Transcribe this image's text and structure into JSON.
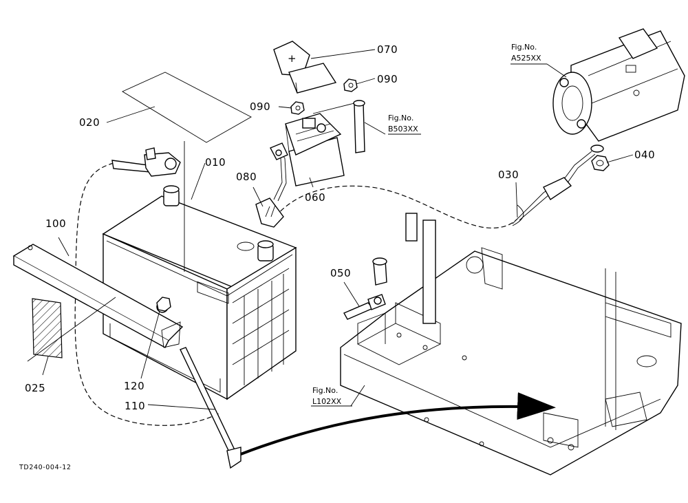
{
  "drawing_code": "TD240-004-12",
  "parts": [
    {
      "id": "p010",
      "label": "010"
    },
    {
      "id": "p020",
      "label": "020"
    },
    {
      "id": "p025",
      "label": "025"
    },
    {
      "id": "p030",
      "label": "030"
    },
    {
      "id": "p040",
      "label": "040"
    },
    {
      "id": "p050",
      "label": "050"
    },
    {
      "id": "p060",
      "label": "060"
    },
    {
      "id": "p070",
      "label": "070"
    },
    {
      "id": "p080",
      "label": "080"
    },
    {
      "id": "p090a",
      "label": "090"
    },
    {
      "id": "p090b",
      "label": "090"
    },
    {
      "id": "p100",
      "label": "100"
    },
    {
      "id": "p110",
      "label": "110"
    },
    {
      "id": "p120",
      "label": "120"
    }
  ],
  "figure_refs": [
    {
      "id": "starter",
      "caption": "Fig.No.",
      "number": "A525XX"
    },
    {
      "id": "fuse",
      "caption": "Fig.No.",
      "number": "B503XX"
    },
    {
      "id": "frame",
      "caption": "Fig.No.",
      "number": "L102XX"
    }
  ],
  "symbols": {
    "plus": "+"
  }
}
